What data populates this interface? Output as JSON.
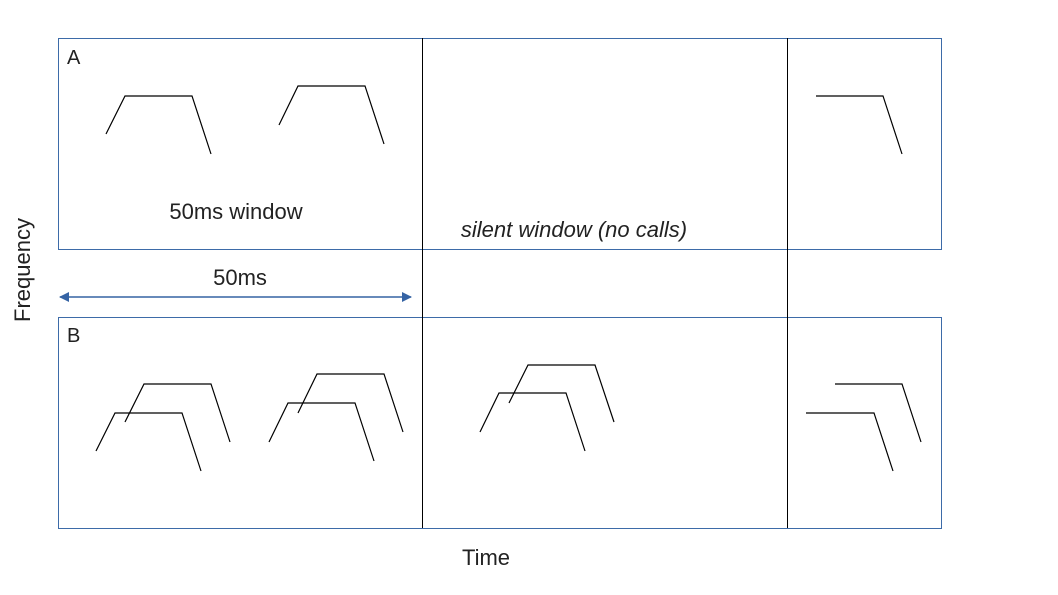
{
  "colors": {
    "panel_border": "#3d6ba8",
    "arrow": "#3563a4",
    "ink": "#000000",
    "text": "#222222"
  },
  "labels": {
    "panel_a": "A",
    "panel_b": "B",
    "window_50ms": "50ms window",
    "silent_window": "silent window (no calls)",
    "span_50ms": "50ms",
    "x_axis": "Time",
    "y_axis": "Frequency"
  }
}
